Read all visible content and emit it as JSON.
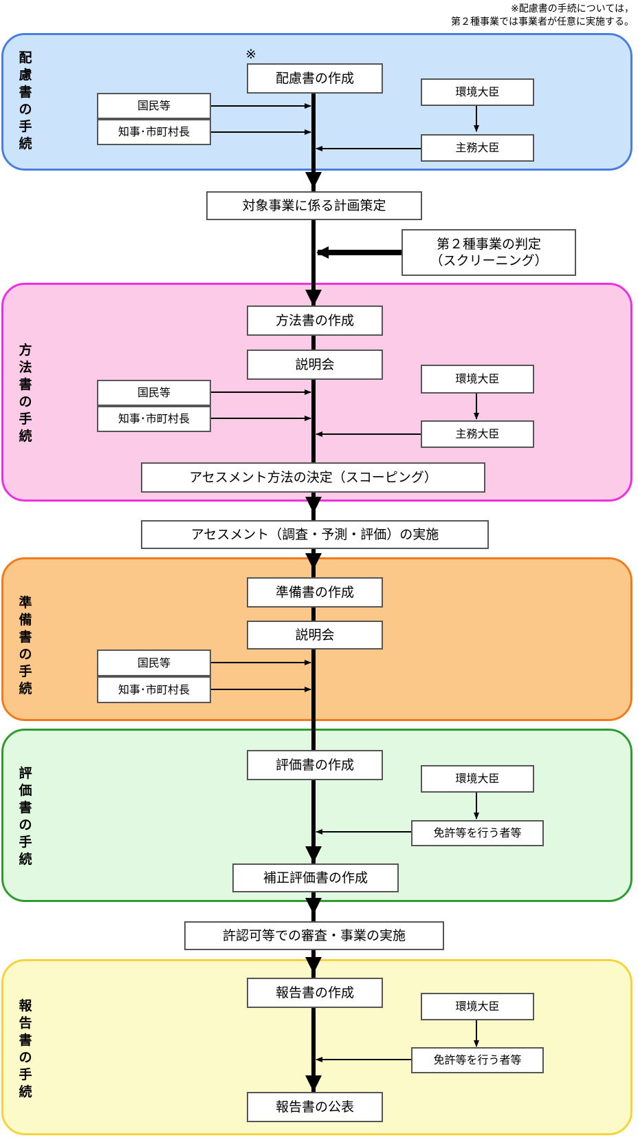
{
  "note": "※配慮書の手続については，\n第２種事業では事業者が任意に実施する。",
  "sections": {
    "s1": {
      "label": "配慮書の手続",
      "bg": "#cce4fb",
      "border": "#4a7de0"
    },
    "s2": {
      "label": "方法書の手続",
      "bg": "#fccbe8",
      "border": "#ee2fe0"
    },
    "s3": {
      "label": "準備書の手続",
      "bg": "#fbc88a",
      "border": "#ef7b1d"
    },
    "s4": {
      "label": "評価書の手続",
      "bg": "#e0f9e0",
      "border": "#2e9b2e"
    },
    "s5": {
      "label": "報告書の手続",
      "bg": "#fdfac9",
      "border": "#f5d339"
    }
  },
  "asterisk": "※",
  "boxes": {
    "hairyo": "配慮書の作成",
    "kokumin1": "国民等",
    "chiji1": "知事･市町村長",
    "kankyo1": "環境大臣",
    "shumu1": "主務大臣",
    "keikaku": "対象事業に係る計画策定",
    "hantei": "第２種事業の判定\n（スクリーニング）",
    "hoho": "方法書の作成",
    "setsumei1": "説明会",
    "kokumin2": "国民等",
    "chiji2": "知事･市町村長",
    "kankyo2": "環境大臣",
    "shumu2": "主務大臣",
    "scoping": "アセスメント方法の決定（スコーピング）",
    "jisshi": "アセスメント（調査・予測・評価）の実施",
    "junbi": "準備書の作成",
    "setsumei2": "説明会",
    "kokumin3": "国民等",
    "chiji3": "知事･市町村長",
    "hyoka": "評価書の作成",
    "kankyo3": "環境大臣",
    "menkyo1": "免許等を行う者等",
    "hosei": "補正評価書の作成",
    "shinsa": "許認可等での審査・事業の実施",
    "hokoku": "報告書の作成",
    "kankyo4": "環境大臣",
    "menkyo2": "免許等を行う者等",
    "kohyo": "報告書の公表"
  }
}
